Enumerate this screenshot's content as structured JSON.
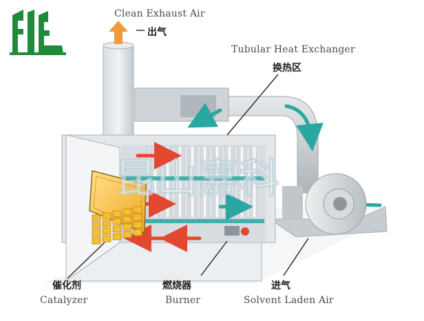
{
  "labels": {
    "exhaust_en": "Clean Exhaust Air",
    "exhaust_zh": "出气",
    "exchanger_en": "Tubular Heat Exchanger",
    "exchanger_zh": "换热区",
    "catalyzer_zh": "催化剂",
    "catalyzer_en": "Catalyzer",
    "burner_zh": "燃烧器",
    "burner_en": "Burner",
    "inlet_zh": "进气",
    "inlet_en": "Solvent Laden Air"
  },
  "watermark": "昆山嘉科",
  "colors": {
    "logo_green": "#1e8a3a",
    "duct_gray": "#c9ced2",
    "panel_gray": "#dfe3e6",
    "airflow_teal": "#2aa7a0",
    "hot_red": "#e2472f",
    "catalyst_yellow": "#f5c030"
  }
}
